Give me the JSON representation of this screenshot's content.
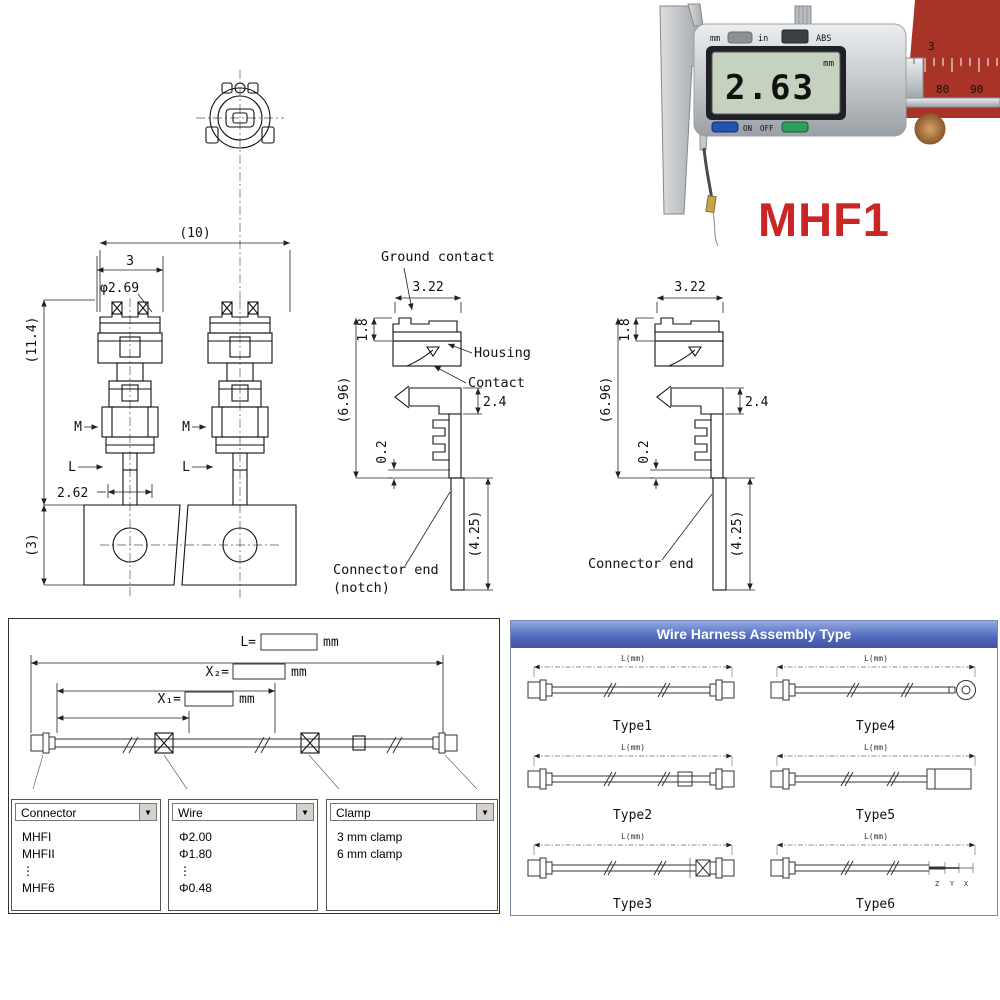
{
  "product": {
    "name": "MHF1"
  },
  "caliper": {
    "display_value": "2.63",
    "display_unit": "mm",
    "btn_mm": "mm",
    "btn_in": "in",
    "btn_abs": "ABS",
    "btn_on": "ON",
    "btn_off": "OFF",
    "scale_numbers": [
      "3",
      "80",
      "90"
    ]
  },
  "drawing": {
    "front": {
      "dim_pitch": "(10)",
      "dim_width": "3",
      "dim_phi": "φ2.69",
      "dim_height": "(11.4)",
      "dim_pin": "2.62",
      "dim_plate": "(3)",
      "label_m": "M",
      "label_l": "L"
    },
    "side": {
      "callout_ground": "Ground contact",
      "callout_housing": "Housing",
      "callout_contact": "Contact",
      "dim_width": "3.22",
      "dim_top": "1.8",
      "dim_height": "(6.96)",
      "dim_step": "2.4",
      "dim_gap": "0.2",
      "dim_board": "(4.25)",
      "end_notch_line1": "Connector end",
      "end_notch_line2": "(notch)",
      "end_plain": "Connector end"
    }
  },
  "order": {
    "l_label": "L=",
    "l_unit": "mm",
    "x2_label": "X₂=",
    "x2_unit": "mm",
    "x1_label": "X₁=",
    "x1_unit": "mm",
    "dropdowns": [
      {
        "title": "Connector",
        "options": [
          "MHFI",
          "MHFII",
          "⋮",
          "MHF6"
        ]
      },
      {
        "title": "Wire",
        "options": [
          "Φ2.00",
          "Φ1.80",
          "⋮",
          "Φ0.48"
        ]
      },
      {
        "title": "Clamp",
        "options": [
          "3 mm clamp",
          "6 mm clamp"
        ]
      }
    ]
  },
  "assembly": {
    "title": "Wire Harness Assembly Type",
    "dim_label": "L(mm)",
    "types": [
      {
        "label": "Type1"
      },
      {
        "label": "Type4"
      },
      {
        "label": "Type2"
      },
      {
        "label": "Type5"
      },
      {
        "label": "Type3"
      },
      {
        "label": "Type6"
      }
    ],
    "type6_marks": [
      "Z",
      "Y",
      "X"
    ]
  }
}
